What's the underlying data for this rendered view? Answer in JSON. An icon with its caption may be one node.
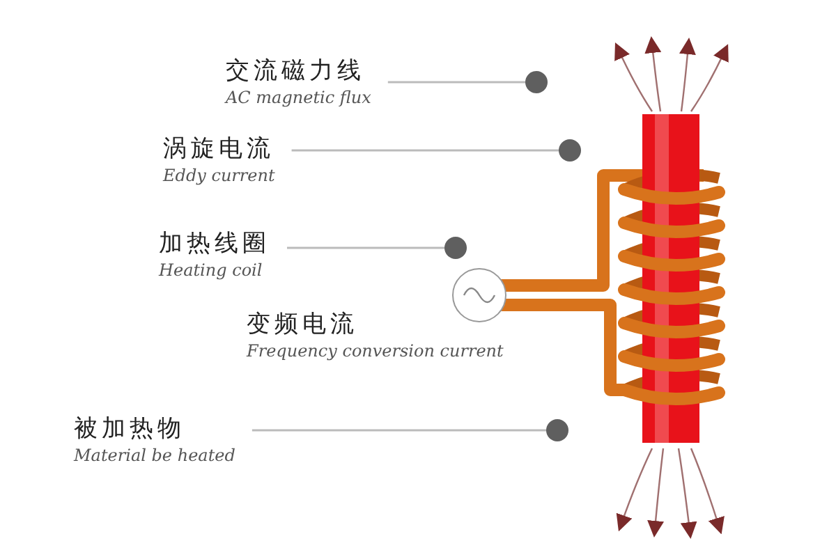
{
  "diagram": {
    "nodes": [
      {
        "text": [
          "交流磁力线",
          "AC magnetic flux"
        ]
      },
      {
        "text": [
          "涡旋电流",
          "Eddy current"
        ]
      },
      {
        "text": [
          "加热线圈",
          "Heating coil"
        ]
      },
      {
        "text": [
          "被加热物",
          "Material be heated"
        ]
      }
    ],
    "edges": [
      {
        "from": 0,
        "to": null,
        "arrow": "other"
      },
      {
        "from": 1,
        "to": null,
        "arrow": "other"
      },
      {
        "from": 2,
        "to": null,
        "arrow": "other"
      },
      {
        "from": 3,
        "to": null,
        "arrow": "other"
      }
    ],
    "labels": [
      "变频电流",
      "Frequency conversion current"
    ]
  }
}
